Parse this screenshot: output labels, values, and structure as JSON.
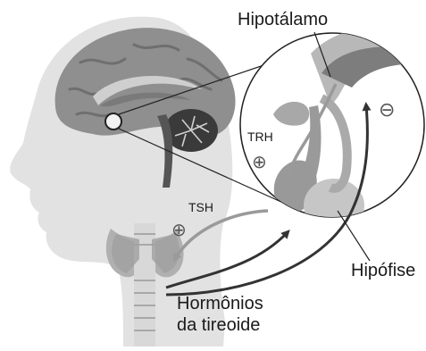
{
  "labels": {
    "hypothalamus": "Hipotálamo",
    "pituitary": "Hipófise",
    "thyroid_hormones_line1": "Hormônios",
    "thyroid_hormones_line2": "da tireoide",
    "trh": "TRH",
    "tsh": "TSH"
  },
  "symbols": {
    "stimulation": "⊕",
    "inhibition": "⊖"
  },
  "colors": {
    "head": "#e2e2e2",
    "brain": "#8f8f8f",
    "cerebellum": "#3a3a3a",
    "arrow_dark": "#333333",
    "arrow_light": "#9a9a9a",
    "circle_bg": "#ffffff"
  }
}
